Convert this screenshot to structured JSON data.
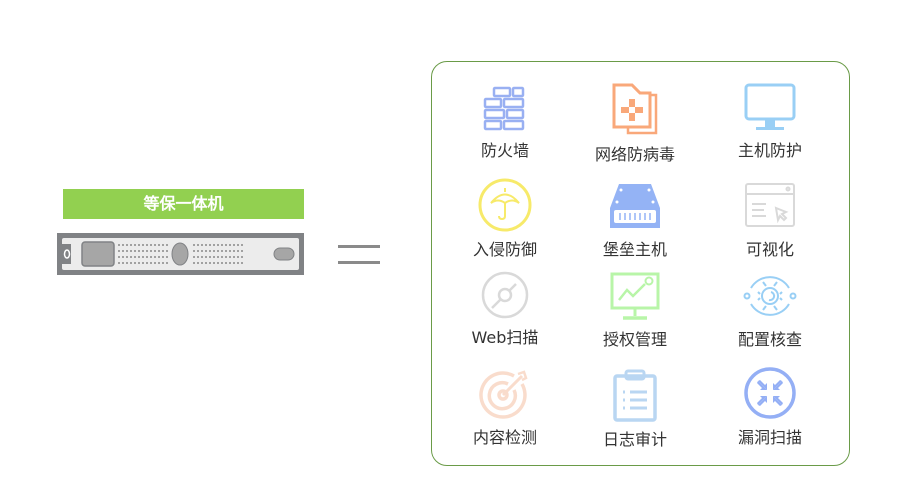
{
  "device": {
    "label": "等保一体机"
  },
  "equals_sign": "=",
  "features": [
    {
      "label": "防火墙",
      "icon": "firewall-icon",
      "color": "#99b0f2"
    },
    {
      "label": "网络防病毒",
      "icon": "antivirus-folder-icon",
      "color": "#f9a87a"
    },
    {
      "label": "主机防护",
      "icon": "monitor-icon",
      "color": "#99cff5"
    },
    {
      "label": "入侵防御",
      "icon": "umbrella-icon",
      "color": "#f7ea6a"
    },
    {
      "label": "堡垒主机",
      "icon": "hard-drive-icon",
      "color": "#94b3f5"
    },
    {
      "label": "可视化",
      "icon": "browser-window-icon",
      "color": "#d9d9d9"
    },
    {
      "label": "Web扫描",
      "icon": "compass-icon",
      "color": "#d9d9d9"
    },
    {
      "label": "授权管理",
      "icon": "chart-monitor-icon",
      "color": "#b8f5a8"
    },
    {
      "label": "配置核查",
      "icon": "gear-orbit-icon",
      "color": "#99cff5"
    },
    {
      "label": "内容检测",
      "icon": "target-icon",
      "color": "#f9dccc"
    },
    {
      "label": "日志审计",
      "icon": "clipboard-icon",
      "color": "#b9d6f2"
    },
    {
      "label": "漏洞扫描",
      "icon": "arrows-inward-icon",
      "color": "#94aff5"
    }
  ]
}
